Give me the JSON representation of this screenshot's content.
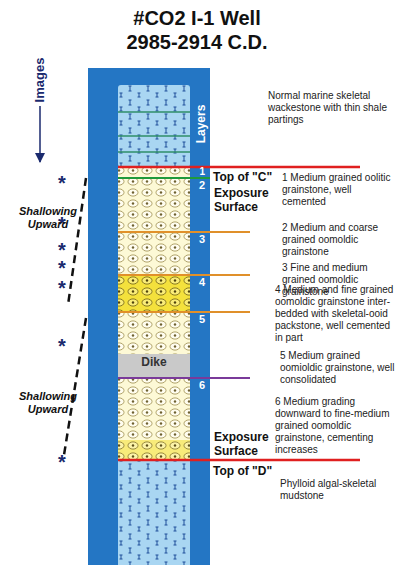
{
  "diagram": {
    "title": "#CO2 I-1 Well 2985-2914 C.D.",
    "nodes": [
      {
        "text": [
          "1"
        ]
      },
      {
        "text": [
          "2"
        ]
      },
      {
        "text": [
          "3"
        ]
      },
      {
        "text": [
          "4"
        ]
      },
      {
        "text": [
          "5"
        ]
      },
      {
        "text": [
          "Dike"
        ]
      },
      {
        "text": [
          "6"
        ]
      }
    ],
    "labels": [
      "Images",
      "Layers",
      "Normal marine skeletal wackestone with thin shale partings",
      "Top of \"C\"",
      "1 Medium grained oolitic grainstone, well cemented",
      "*",
      "Exposure Surface",
      "2 Medium and coarse grained oomoldic grainstone",
      "*",
      "Shallowing Upward",
      "3 Fine and medium grained oomoldic grainstone",
      "*",
      "*",
      "4 Medium and fine grained oomoldic grainstone inter-bedded with skeletal-ooid packstone, well cemented in part",
      "*",
      "5 Medium grained oomioldic grainstone, well consolidated",
      "*",
      "Shallowing Upward",
      "6 Medium grading downward to fine-medium grained oomoldic grainstone, cementing increases",
      "Exposure Surface",
      "*",
      "Top of \"D\"",
      "Phylloid algal-skeletal mudstone"
    ]
  }
}
